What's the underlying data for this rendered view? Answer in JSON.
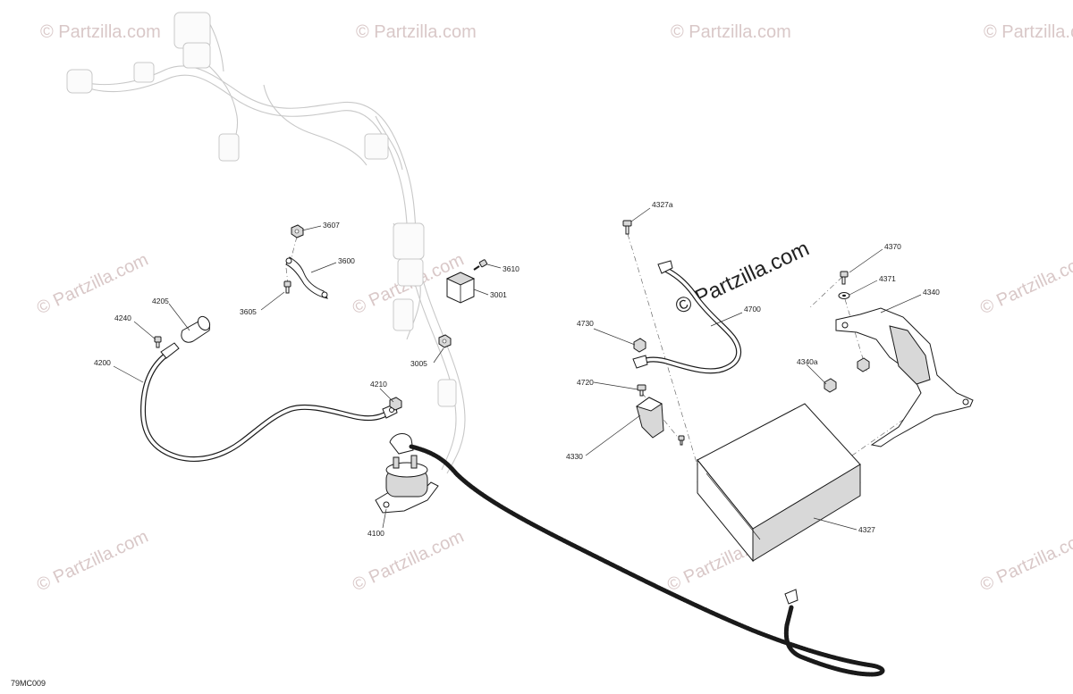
{
  "watermark": {
    "small_text": "© Partzilla.com",
    "big_text": "© Partzilla.com"
  },
  "diagram_code": "79MC009",
  "callouts": [
    {
      "id": "3607",
      "label": "3607"
    },
    {
      "id": "3600",
      "label": "3600"
    },
    {
      "id": "3605",
      "label": "3605"
    },
    {
      "id": "3610",
      "label": "3610"
    },
    {
      "id": "3001",
      "label": "3001"
    },
    {
      "id": "3005",
      "label": "3005"
    },
    {
      "id": "4205",
      "label": "4205"
    },
    {
      "id": "4240",
      "label": "4240"
    },
    {
      "id": "4200",
      "label": "4200"
    },
    {
      "id": "4210",
      "label": "4210"
    },
    {
      "id": "4100",
      "label": "4100"
    },
    {
      "id": "4327a",
      "label": "4327a"
    },
    {
      "id": "4370",
      "label": "4370"
    },
    {
      "id": "4371",
      "label": "4371"
    },
    {
      "id": "4340",
      "label": "4340"
    },
    {
      "id": "4700",
      "label": "4700"
    },
    {
      "id": "4730",
      "label": "4730"
    },
    {
      "id": "4720",
      "label": "4720"
    },
    {
      "id": "4340a",
      "label": "4340a"
    },
    {
      "id": "4330",
      "label": "4330"
    },
    {
      "id": "4327",
      "label": "4327"
    }
  ]
}
